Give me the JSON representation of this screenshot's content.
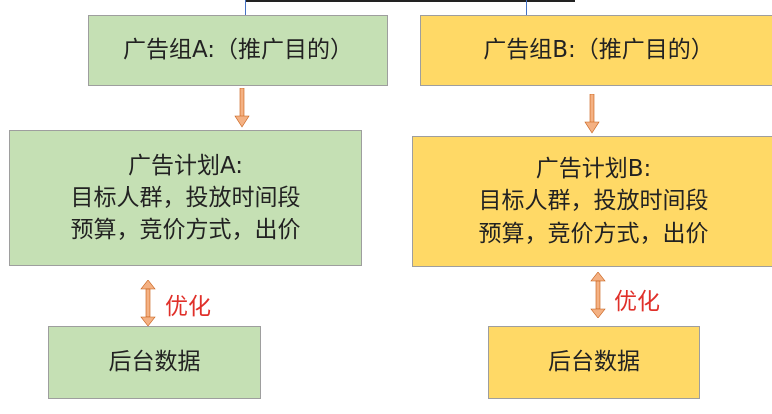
{
  "colors": {
    "green_box": "#c5e0b4",
    "yellow_box": "#ffd966",
    "arrow": "#f4b183",
    "optimize_text": "#e0302a"
  },
  "column_a": {
    "group": "广告组A:（推广目的）",
    "plan_lines": [
      "广告计划A:",
      "目标人群，投放时间段",
      "预算，竞价方式，出价"
    ],
    "optimize_label": "优化",
    "data_box": "后台数据"
  },
  "column_b": {
    "group": "广告组B:（推广目的）",
    "plan_lines": [
      "广告计划B:",
      "目标人群，投放时间段",
      "预算，竞价方式，出价"
    ],
    "optimize_label": "优化",
    "data_box": "后台数据"
  }
}
